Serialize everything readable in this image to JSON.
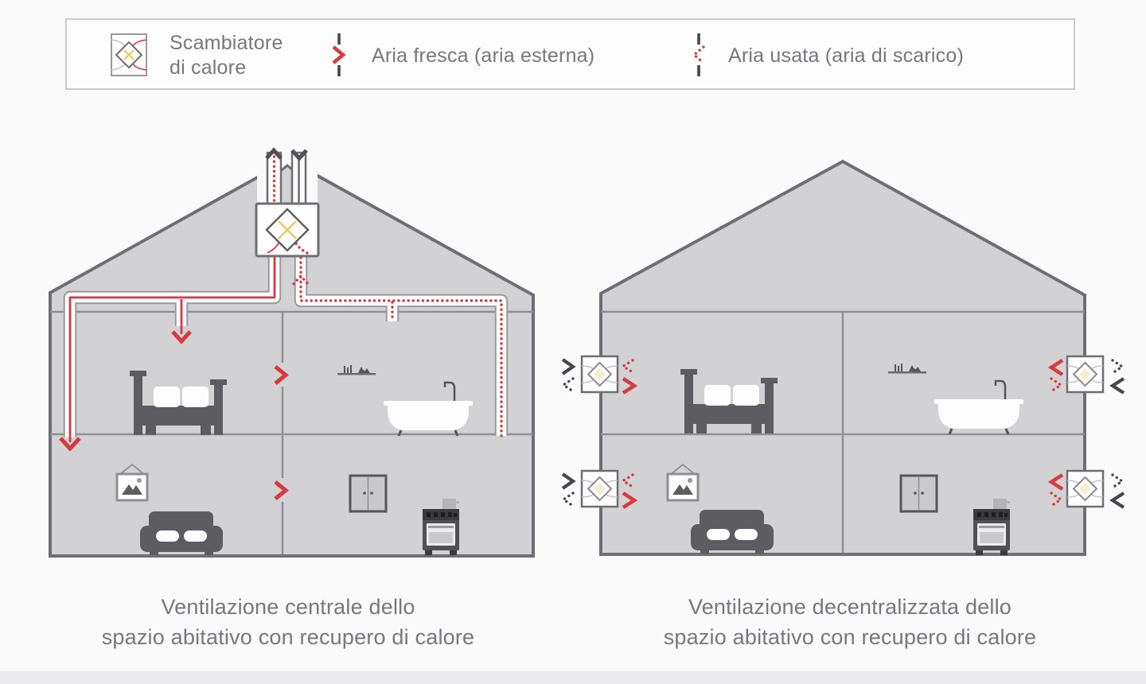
{
  "legend": {
    "items": [
      {
        "name": "heat-exchanger",
        "label_line1": "Scambiatore",
        "label_line2": "di calore"
      },
      {
        "name": "fresh-air",
        "label": "Aria fresca (aria esterna)"
      },
      {
        "name": "used-air",
        "label": "Aria usata (aria di scarico)"
      }
    ]
  },
  "captions": {
    "left": {
      "line1": "Ventilazione centrale dello",
      "line2": "spazio abitativo con recupero di calore"
    },
    "right": {
      "line1": "Ventilazione decentralizzata dello",
      "line2": "spazio abitativo con recupero di calore"
    }
  },
  "colors": {
    "accent_red": "#d8393f",
    "accent_yellow": "#e8cc55",
    "wall_gray": "#d2d2d4",
    "outline_gray": "#6e6e73",
    "dark_icon": "#505055",
    "text_gray": "#77777c",
    "page_bg": "#fafafb"
  }
}
